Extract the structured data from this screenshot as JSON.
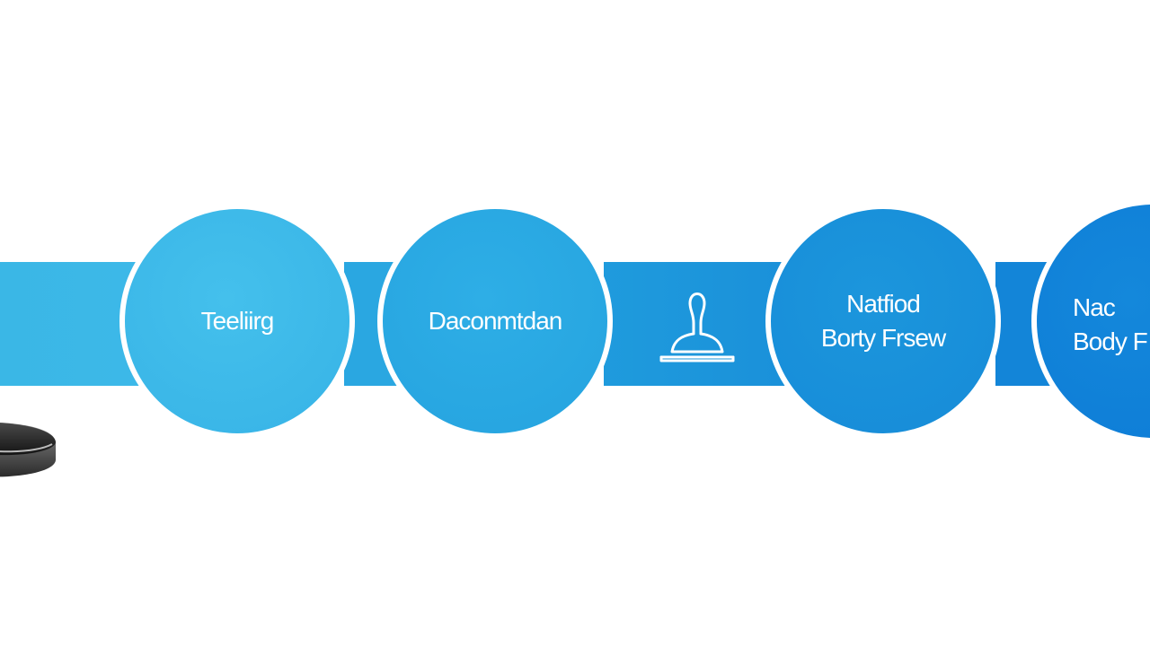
{
  "nodes": [
    {
      "lines": [
        "Teeliirg"
      ]
    },
    {
      "lines": [
        "Daconmtdan"
      ]
    },
    {
      "lines": [
        "Natfiod",
        "Borty Frsew"
      ]
    },
    {
      "lines": [
        "Nac",
        "Body F"
      ]
    }
  ],
  "icons": {
    "connector": "stamp-icon",
    "device": "device-icon"
  },
  "colors": {
    "light_blue": "#3db8e8",
    "mid_blue": "#25a3df",
    "deep_blue": "#168bd8",
    "dark_blue": "#0d7bd6"
  }
}
